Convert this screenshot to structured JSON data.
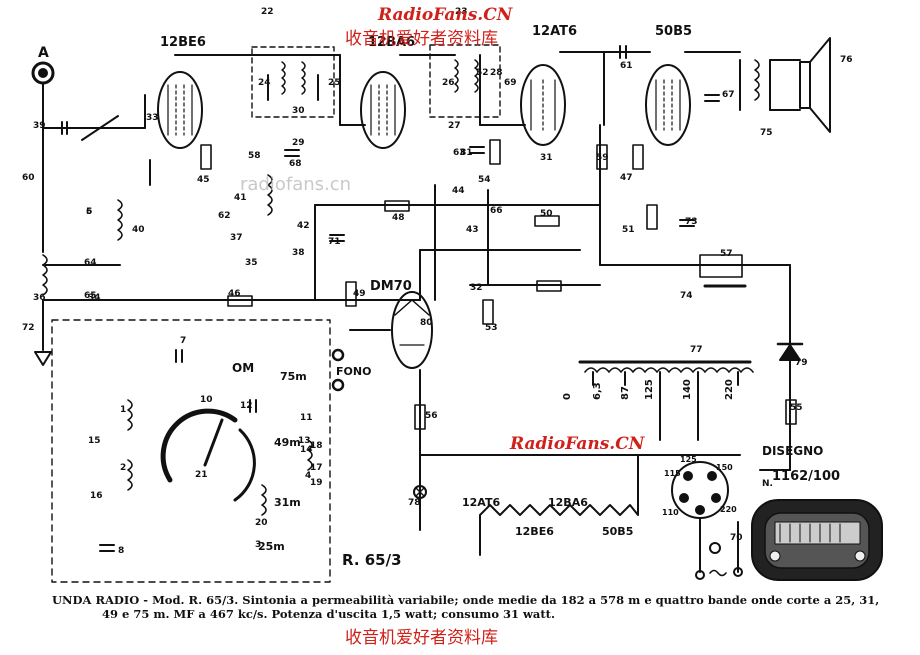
{
  "watermark": {
    "top_site": "RadioFans.CN",
    "top_cn": "收音机爱好者资料库",
    "mid_site": "RadioFans.CN",
    "bottom_cn": "收音机爱好者资料库",
    "faint": "radiofans.cn"
  },
  "tubes": {
    "v1": "12BE6",
    "v2": "12BA6",
    "v3": "12AT6",
    "v4": "50B5",
    "v5": "DM70"
  },
  "labels": {
    "antenna": "A",
    "fono": "FONO",
    "om": "OM",
    "band_75": "75m",
    "band_49": "49m",
    "band_31": "31m",
    "band_25": "25m",
    "model_ref": "R. 65/3",
    "disegno": "DISEGNO",
    "disegno_n": "N.",
    "disegno_num": "1162/100",
    "heater_12at6": "12AT6",
    "heater_12ba6": "12BA6",
    "heater_12be6": "12BE6",
    "heater_50b5": "50B5"
  },
  "component_numbers": [
    "1",
    "2",
    "3",
    "4",
    "5",
    "6",
    "7",
    "8",
    "10",
    "11",
    "12",
    "13",
    "14",
    "15",
    "16",
    "17",
    "18",
    "19",
    "20",
    "21",
    "22",
    "23",
    "24",
    "25",
    "26",
    "27",
    "28",
    "29",
    "30",
    "31",
    "32",
    "33",
    "34",
    "35",
    "36",
    "37",
    "38",
    "39",
    "40",
    "41",
    "42",
    "43",
    "44",
    "45",
    "46",
    "47",
    "48",
    "49",
    "50",
    "51",
    "52",
    "53",
    "54",
    "55",
    "56",
    "57",
    "58",
    "59",
    "60",
    "61",
    "62",
    "63",
    "64",
    "65",
    "66",
    "67",
    "68",
    "69",
    "70",
    "71",
    "72",
    "73",
    "74",
    "75",
    "76",
    "77",
    "78",
    "79",
    "80",
    "81"
  ],
  "transformer_taps": [
    "0",
    "6,3",
    "87",
    "125",
    "140",
    "220"
  ],
  "selector_taps": [
    "115",
    "125",
    "150",
    "110",
    "220"
  ],
  "caption": {
    "line1": "UNDA RADIO - Mod. R. 65/3. Sintonia a permeabilità variabile; onde medie da 182 a 578 m e quattro bande onde corte a 25, 31,",
    "line2": "49 e 75 m. MF a 467 kc/s. Potenza d'uscita 1,5 watt; consumo 31 watt."
  }
}
